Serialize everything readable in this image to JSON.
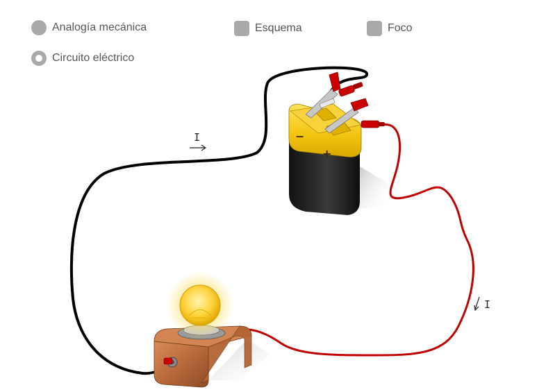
{
  "controls": {
    "view_mode": {
      "options": [
        {
          "label": "Analogía mecánica",
          "selected": false
        },
        {
          "label": "Circuito eléctrico",
          "selected": true
        }
      ]
    },
    "toggles": [
      {
        "label": "Esquema",
        "checked": false
      },
      {
        "label": "Foco",
        "checked": false
      }
    ]
  },
  "circuit": {
    "current_symbol": "I",
    "battery_terminals": {
      "negative": "−",
      "positive": "+"
    },
    "colors": {
      "negative_wire": "#000000",
      "positive_wire": "#c00000",
      "battery_top": "#f2c40f",
      "battery_body": "#1a1a1a",
      "bulb_glow": "#ffd84a",
      "base_copper": "#b86a3c",
      "clip_red": "#cc0000",
      "control_gray": "#a9a9a9"
    },
    "bulb_lit": true
  }
}
